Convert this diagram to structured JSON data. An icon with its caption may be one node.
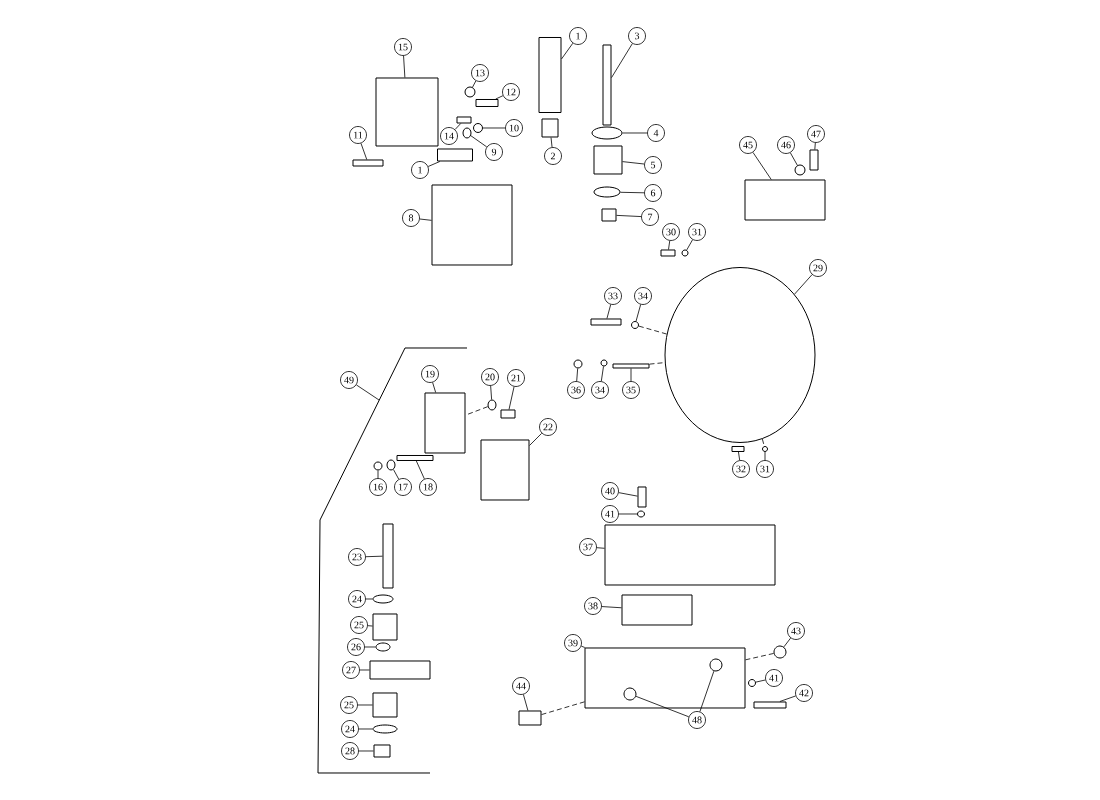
{
  "diagram": {
    "nodes": [
      {
        "text": [
          "15"
        ]
      },
      {
        "text": [],
        "shape": "box"
      },
      {
        "text": [
          "13"
        ]
      },
      {
        "text": [],
        "shape": "circle"
      },
      {
        "text": [
          "12"
        ]
      },
      {
        "text": [],
        "shape": "box"
      },
      {
        "text": [
          "14"
        ]
      },
      {
        "text": [],
        "shape": "box"
      },
      {
        "text": [
          "10"
        ]
      },
      {
        "text": [],
        "shape": "circle"
      },
      {
        "text": [
          "9"
        ]
      },
      {
        "text": [],
        "shape": "circle"
      },
      {
        "text": [
          "11"
        ]
      },
      {
        "text": [],
        "shape": "box"
      },
      {
        "text": [
          "1"
        ]
      },
      {
        "text": [],
        "shape": "box"
      },
      {
        "text": [
          "8"
        ]
      },
      {
        "text": [],
        "shape": "box"
      },
      {
        "text": [
          "1"
        ]
      },
      {
        "text": [],
        "shape": "box"
      },
      {
        "text": [
          "2"
        ]
      },
      {
        "text": [],
        "shape": "box"
      },
      {
        "text": [
          "3"
        ]
      },
      {
        "text": [],
        "shape": "box"
      },
      {
        "text": [
          "4"
        ]
      },
      {
        "text": [],
        "shape": "circle"
      },
      {
        "text": [
          "5"
        ]
      },
      {
        "text": [],
        "shape": "box"
      },
      {
        "text": [
          "6"
        ]
      },
      {
        "text": [],
        "shape": "circle"
      },
      {
        "text": [
          "7"
        ]
      },
      {
        "text": [],
        "shape": "box"
      },
      {
        "text": [
          "45"
        ]
      },
      {
        "text": [],
        "shape": "box"
      },
      {
        "text": [
          "46"
        ]
      },
      {
        "text": [],
        "shape": "circle"
      },
      {
        "text": [
          "47"
        ]
      },
      {
        "text": [],
        "shape": "box"
      },
      {
        "text": [
          "30"
        ]
      },
      {
        "text": [],
        "shape": "box"
      },
      {
        "text": [
          "31"
        ]
      },
      {
        "text": [],
        "shape": "circle"
      },
      {
        "text": [
          "29"
        ]
      },
      {
        "text": [],
        "shape": "circle"
      },
      {
        "text": [
          "33"
        ]
      },
      {
        "text": [],
        "shape": "box"
      },
      {
        "text": [
          "34"
        ]
      },
      {
        "text": [],
        "shape": "circle"
      },
      {
        "text": [
          "36"
        ]
      },
      {
        "text": [],
        "shape": "circle"
      },
      {
        "text": [
          "34"
        ]
      },
      {
        "text": [],
        "shape": "circle"
      },
      {
        "text": [
          "35"
        ]
      },
      {
        "text": [],
        "shape": "box"
      },
      {
        "text": [
          "32"
        ]
      },
      {
        "text": [],
        "shape": "box"
      },
      {
        "text": [
          "31"
        ]
      },
      {
        "text": [],
        "shape": "circle"
      },
      {
        "text": [
          "49"
        ]
      },
      {
        "text": [
          "19"
        ]
      },
      {
        "text": [],
        "shape": "box"
      },
      {
        "text": [
          "20"
        ]
      },
      {
        "text": [],
        "shape": "circle"
      },
      {
        "text": [
          "21"
        ]
      },
      {
        "text": [],
        "shape": "box"
      },
      {
        "text": [
          "22"
        ]
      },
      {
        "text": [],
        "shape": "box"
      },
      {
        "text": [
          "16"
        ]
      },
      {
        "text": [],
        "shape": "circle"
      },
      {
        "text": [
          "17"
        ]
      },
      {
        "text": [],
        "shape": "circle"
      },
      {
        "text": [
          "18"
        ]
      },
      {
        "text": [],
        "shape": "box"
      },
      {
        "text": [
          "23"
        ]
      },
      {
        "text": [],
        "shape": "box"
      },
      {
        "text": [
          "24"
        ]
      },
      {
        "text": [],
        "shape": "circle"
      },
      {
        "text": [
          "25"
        ]
      },
      {
        "text": [],
        "shape": "box"
      },
      {
        "text": [
          "26"
        ]
      },
      {
        "text": [],
        "shape": "circle"
      },
      {
        "text": [
          "27"
        ]
      },
      {
        "text": [],
        "shape": "box"
      },
      {
        "text": [
          "25"
        ]
      },
      {
        "text": [],
        "shape": "box"
      },
      {
        "text": [
          "24"
        ]
      },
      {
        "text": [],
        "shape": "circle"
      },
      {
        "text": [
          "28"
        ]
      },
      {
        "text": [],
        "shape": "box"
      },
      {
        "text": [
          "40"
        ]
      },
      {
        "text": [],
        "shape": "box"
      },
      {
        "text": [
          "41"
        ]
      },
      {
        "text": [],
        "shape": "circle"
      },
      {
        "text": [
          "37"
        ]
      },
      {
        "text": [],
        "shape": "box"
      },
      {
        "text": [
          "38"
        ]
      },
      {
        "text": [],
        "shape": "box"
      },
      {
        "text": [
          "39"
        ]
      },
      {
        "text": [],
        "shape": "box"
      },
      {
        "text": [
          "43"
        ]
      },
      {
        "text": [],
        "shape": "circle"
      },
      {
        "text": [
          "41"
        ]
      },
      {
        "text": [],
        "shape": "circle"
      },
      {
        "text": [
          "42"
        ]
      },
      {
        "text": [],
        "shape": "box"
      },
      {
        "text": [
          "44"
        ]
      },
      {
        "text": [],
        "shape": "box"
      },
      {
        "text": [
          "48"
        ]
      },
      {
        "text": [],
        "shape": "circle",
        "in": 98
      },
      {
        "text": [],
        "shape": "circle",
        "in": 98
      }
    ],
    "edges": [
      {
        "from": 0,
        "to": 1,
        "arrow": "none"
      },
      {
        "from": 2,
        "to": 3,
        "arrow": "none"
      },
      {
        "from": 4,
        "to": 5,
        "arrow": "none"
      },
      {
        "from": 6,
        "to": 7,
        "arrow": "none"
      },
      {
        "from": 8,
        "to": 9,
        "arrow": "none"
      },
      {
        "from": 10,
        "to": 11,
        "arrow": "none"
      },
      {
        "from": 12,
        "to": 13,
        "arrow": "none"
      },
      {
        "from": 14,
        "to": 15,
        "arrow": "none"
      },
      {
        "from": 16,
        "to": 17,
        "arrow": "none"
      },
      {
        "from": 18,
        "to": 19,
        "arrow": "none"
      },
      {
        "from": 20,
        "to": 21,
        "arrow": "none"
      },
      {
        "from": 22,
        "to": 23,
        "arrow": "none"
      },
      {
        "from": 24,
        "to": 25,
        "arrow": "none"
      },
      {
        "from": 26,
        "to": 27,
        "arrow": "none"
      },
      {
        "from": 28,
        "to": 29,
        "arrow": "none"
      },
      {
        "from": 30,
        "to": 31,
        "arrow": "none"
      },
      {
        "from": 32,
        "to": 33,
        "arrow": "none"
      },
      {
        "from": 34,
        "to": 35,
        "arrow": "none"
      },
      {
        "from": 36,
        "to": 37,
        "arrow": "none"
      },
      {
        "from": 38,
        "to": 39,
        "arrow": "none"
      },
      {
        "from": 40,
        "to": 41,
        "arrow": "none"
      },
      {
        "from": 42,
        "to": 43,
        "arrow": "none"
      },
      {
        "from": 44,
        "to": 45,
        "arrow": "none"
      },
      {
        "from": 46,
        "to": 47,
        "arrow": "none"
      },
      {
        "from": 48,
        "to": 49,
        "arrow": "none"
      },
      {
        "from": 50,
        "to": 51,
        "arrow": "none"
      },
      {
        "from": 52,
        "to": 53,
        "arrow": "none"
      },
      {
        "from": 54,
        "to": 55,
        "arrow": "none"
      },
      {
        "from": 56,
        "to": 57,
        "arrow": "none"
      },
      {
        "from": 58,
        "to": null,
        "arrow": "none"
      },
      {
        "from": 59,
        "to": 60,
        "arrow": "none"
      },
      {
        "from": 61,
        "to": 62,
        "arrow": "none"
      },
      {
        "from": 63,
        "to": 64,
        "arrow": "none"
      },
      {
        "from": 65,
        "to": 66,
        "arrow": "none"
      },
      {
        "from": 67,
        "to": 68,
        "arrow": "none"
      },
      {
        "from": 69,
        "to": 70,
        "arrow": "none"
      },
      {
        "from": 71,
        "to": 72,
        "arrow": "none"
      },
      {
        "from": 73,
        "to": 74,
        "arrow": "none"
      },
      {
        "from": 75,
        "to": 76,
        "arrow": "none"
      },
      {
        "from": 77,
        "to": 78,
        "arrow": "none"
      },
      {
        "from": 79,
        "to": 80,
        "arrow": "none"
      },
      {
        "from": 81,
        "to": 82,
        "arrow": "none"
      },
      {
        "from": 83,
        "to": 84,
        "arrow": "none"
      },
      {
        "from": 85,
        "to": 86,
        "arrow": "none"
      },
      {
        "from": 87,
        "to": 88,
        "arrow": "none"
      },
      {
        "from": 89,
        "to": 90,
        "arrow": "none"
      },
      {
        "from": 91,
        "to": 92,
        "arrow": "none"
      },
      {
        "from": 93,
        "to": 94,
        "arrow": "none"
      },
      {
        "from": 95,
        "to": 96,
        "arrow": "none"
      },
      {
        "from": 97,
        "to": 98,
        "arrow": "none"
      },
      {
        "from": 99,
        "to": 100,
        "arrow": "none"
      },
      {
        "from": 101,
        "to": 102,
        "arrow": "none"
      },
      {
        "from": 103,
        "to": 104,
        "arrow": "none"
      },
      {
        "from": 105,
        "to": 106,
        "arrow": "none"
      },
      {
        "from": 107,
        "to": 108,
        "arrow": "none"
      },
      {
        "from": 107,
        "to": 109,
        "arrow": "none"
      },
      {
        "from": 47,
        "to": 43,
        "arrow": "none",
        "style": "dashed"
      },
      {
        "from": 53,
        "to": 43,
        "arrow": "none",
        "style": "dashed"
      },
      {
        "from": 43,
        "to": 57,
        "arrow": "none",
        "style": "dashed"
      },
      {
        "from": 62,
        "to": 60,
        "arrow": "none",
        "style": "dashed"
      },
      {
        "from": 100,
        "to": 98,
        "arrow": "none",
        "style": "dashed"
      },
      {
        "from": 106,
        "to": 98,
        "arrow": "none",
        "style": "dashed"
      }
    ]
  }
}
